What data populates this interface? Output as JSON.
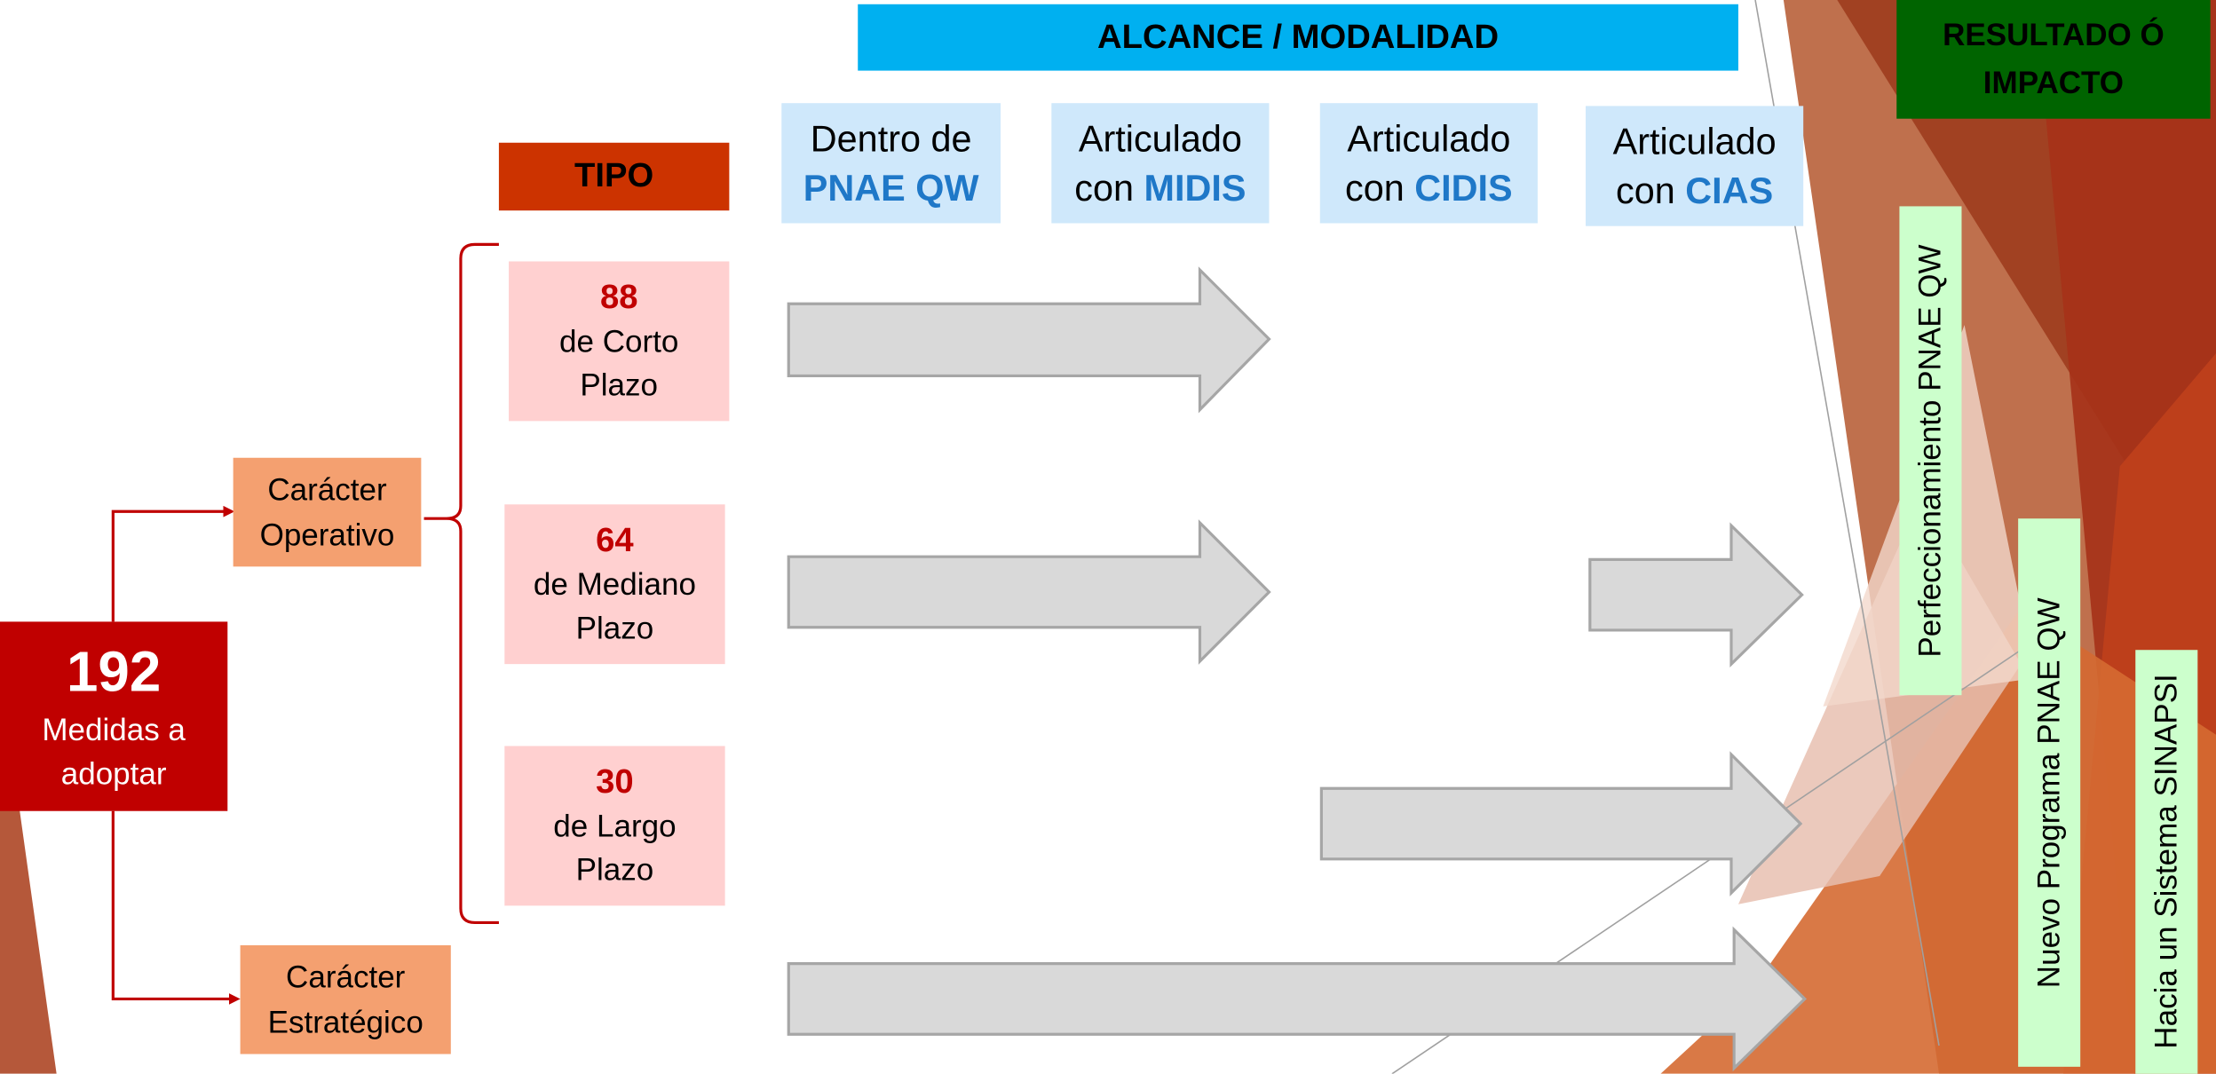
{
  "header": {
    "alcance_title": "ALCANCE / MODALIDAD",
    "resultado_title": "RESULTADO Ó IMPACTO",
    "tipo_title": "TIPO"
  },
  "columns": [
    {
      "line1": "Dentro de",
      "line2_prefix": "",
      "line2_highlight": "PNAE QW"
    },
    {
      "line1": "Articulado",
      "line2_prefix": "con ",
      "line2_highlight": "MIDIS"
    },
    {
      "line1": "Articulado",
      "line2_prefix": "con ",
      "line2_highlight": "CIDIS"
    },
    {
      "line1": "Articulado",
      "line2_prefix": "con ",
      "line2_highlight": "CIAS"
    }
  ],
  "types": [
    {
      "number": "88",
      "line1": "de Corto",
      "line2": "Plazo"
    },
    {
      "number": "64",
      "line1": "de Mediano",
      "line2": "Plazo"
    },
    {
      "number": "30",
      "line1": "de Largo",
      "line2": "Plazo"
    }
  ],
  "character": {
    "operativo_line1": "Carácter",
    "operativo_line2": "Operativo",
    "estrategico_line1": "Carácter",
    "estrategico_line2": "Estratégico"
  },
  "main": {
    "number": "192",
    "line1": "Medidas a",
    "line2": "adoptar"
  },
  "results": [
    "Perfeccionamiento PNAE QW",
    "Nuevo Programa PNAE QW",
    "Hacia un Sistema SINAPSI"
  ],
  "colors": {
    "banner": "#00b0f0",
    "column_header_bg": "#cfe8fb",
    "highlight_text": "#1f78c8",
    "tipo_bg": "#cc3300",
    "type_box_bg": "#ffd0d0",
    "character_bg": "#f4a070",
    "main_bg": "#c00000",
    "result_bg": "#006400",
    "result_bar_bg": "#ccffcc",
    "arrow_fill": "#d9d9d9",
    "arrow_stroke": "#a6a6a6",
    "connector": "#c00000"
  }
}
